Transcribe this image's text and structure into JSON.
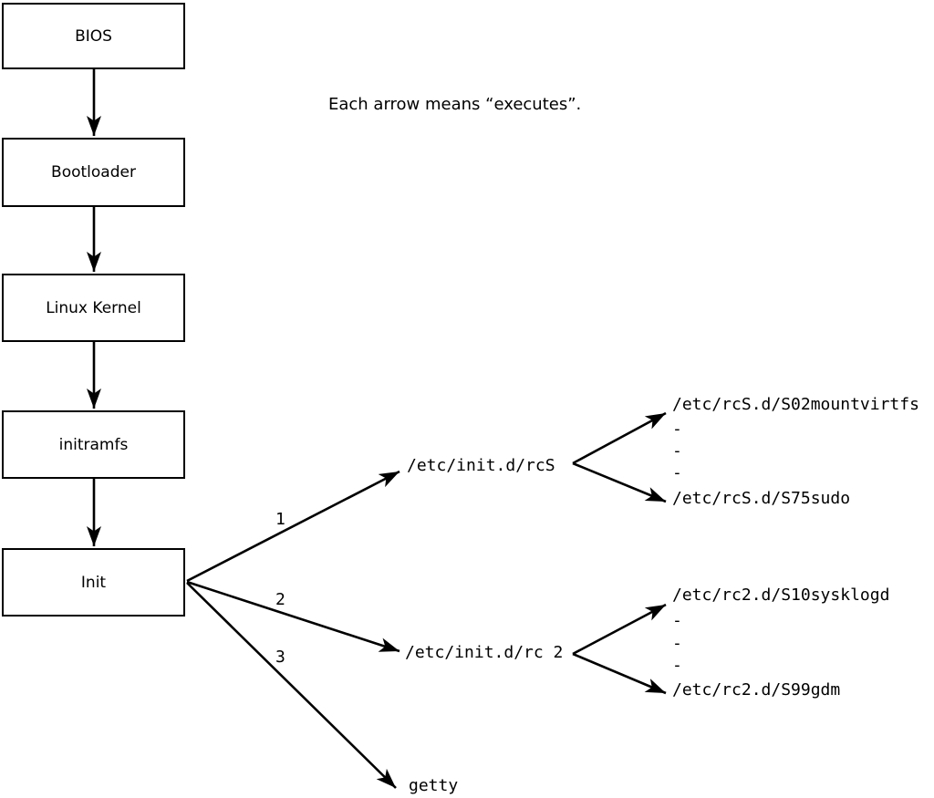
{
  "caption": "Each arrow means “executes”.",
  "chain": [
    {
      "label": "BIOS"
    },
    {
      "label": "Bootloader"
    },
    {
      "label": "Linux Kernel"
    },
    {
      "label": "initramfs"
    },
    {
      "label": "Init"
    }
  ],
  "init_branches": [
    {
      "number": "1",
      "target": "/etc/init.d/rcS"
    },
    {
      "number": "2",
      "target": "/etc/init.d/rc 2"
    },
    {
      "number": "3",
      "target": "getty"
    }
  ],
  "rcS_fan": {
    "first": "/etc/rcS.d/S02mountvirtfs",
    "dashes": [
      "-",
      "-",
      "-"
    ],
    "last": "/etc/rcS.d/S75sudo"
  },
  "rc2_fan": {
    "first": "/etc/rc2.d/S10sysklogd",
    "dashes": [
      "-",
      "-",
      "-"
    ],
    "last": "/etc/rc2.d/S99gdm"
  },
  "colors": {
    "foreground": "#000000",
    "background": "#ffffff"
  }
}
